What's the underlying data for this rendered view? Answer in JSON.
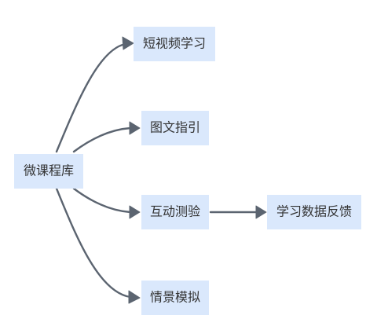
{
  "diagram": {
    "root": "微课程库",
    "branches": [
      "短视频学习",
      "图文指引",
      "互动测验",
      "情景模拟"
    ],
    "sub": "学习数据反馈",
    "colors": {
      "node_fill": "#dae8fc",
      "edge": "#5b6470",
      "text": "#333333"
    }
  }
}
